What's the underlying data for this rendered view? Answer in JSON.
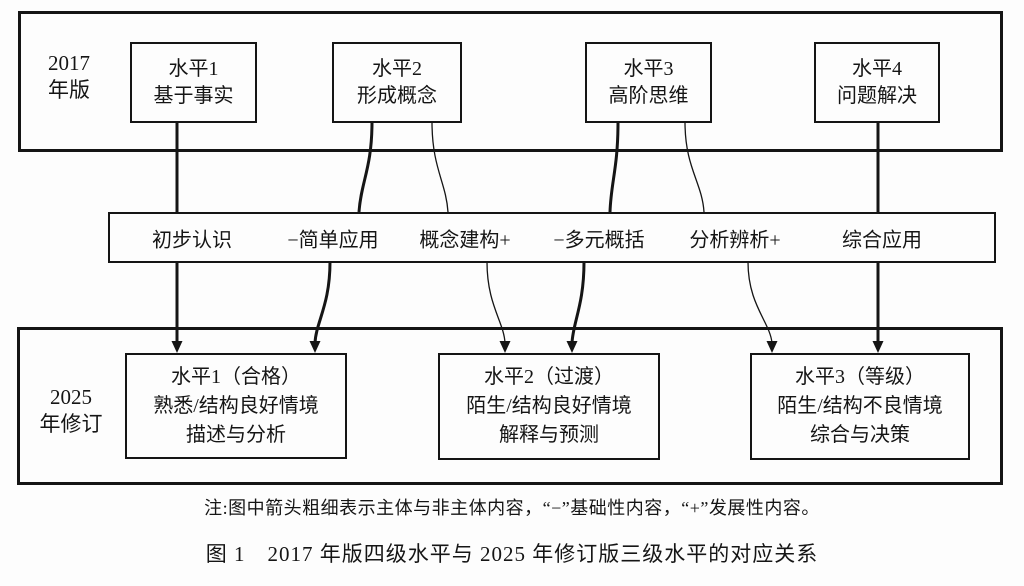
{
  "figure": {
    "group_2017": {
      "edition_label": [
        "2017",
        "年版"
      ],
      "boxes": [
        {
          "line1": "水平1",
          "line2": "基于事实"
        },
        {
          "line1": "水平2",
          "line2": "形成概念"
        },
        {
          "line1": "水平3",
          "line2": "高阶思维"
        },
        {
          "line1": "水平4",
          "line2": "问题解决"
        }
      ]
    },
    "middle_strip": {
      "labels": [
        "初步认识",
        "−简单应用",
        "概念建构+",
        "−多元概括",
        "分析辨析+",
        "综合应用"
      ]
    },
    "group_2025": {
      "edition_label": [
        "2025",
        "年修订"
      ],
      "boxes": [
        {
          "line1": "水平1（合格）",
          "line2": "熟悉/结构良好情境",
          "line3": "描述与分析"
        },
        {
          "line1": "水平2（过渡）",
          "line2": "陌生/结构良好情境",
          "line3": "解释与预测"
        },
        {
          "line1": "水平3（等级）",
          "line2": "陌生/结构不良情境",
          "line3": "综合与决策"
        }
      ]
    },
    "connections": [
      {
        "from": "水平1",
        "to": "初步认识",
        "weight": "thick"
      },
      {
        "from": "水平2",
        "to": "−简单应用",
        "weight": "thick"
      },
      {
        "from": "水平2",
        "to": "概念建构+",
        "weight": "thin"
      },
      {
        "from": "水平3",
        "to": "−多元概括",
        "weight": "thick"
      },
      {
        "from": "水平3",
        "to": "分析辨析+",
        "weight": "thin"
      },
      {
        "from": "水平4",
        "to": "综合应用",
        "weight": "thick"
      },
      {
        "from": "初步认识",
        "to": "水平1（合格）",
        "weight": "thick"
      },
      {
        "from": "−简单应用",
        "to": "水平1（合格）",
        "weight": "thick"
      },
      {
        "from": "概念建构+",
        "to": "水平2（过渡）",
        "weight": "thin"
      },
      {
        "from": "−多元概括",
        "to": "水平2（过渡）",
        "weight": "thick"
      },
      {
        "from": "分析辨析+",
        "to": "水平3（等级）",
        "weight": "thin"
      },
      {
        "from": "综合应用",
        "to": "水平3（等级）",
        "weight": "thick"
      }
    ],
    "note": "注:图中箭头粗细表示主体与非主体内容，“−”基础性内容，“+”发展性内容。",
    "caption": "图 1　2017 年版四级水平与 2025 年修订版三级水平的对应关系",
    "colors": {
      "line": "#151515",
      "background": "#fdfdfd"
    }
  }
}
